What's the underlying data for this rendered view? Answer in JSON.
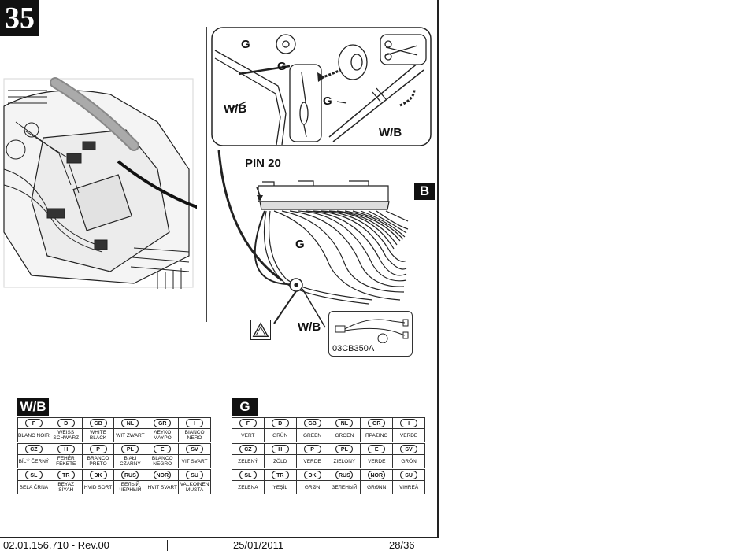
{
  "step_number": "35",
  "detail_labels": {
    "g_top": "G",
    "g_mid": "G",
    "wb_left": "W/B",
    "g_right": "G",
    "wb_right": "W/B"
  },
  "connector": {
    "pin_label": "PIN 20",
    "g_label": "G",
    "wb_label": "W/B",
    "ref_box": "B",
    "harness_code": "03CB350A"
  },
  "tables": [
    {
      "title": "W/B",
      "rows": [
        {
          "codes": [
            "F",
            "D",
            "GB",
            "NL",
            "GR",
            "I"
          ],
          "names": [
            "BLANC NOIR",
            "WEISS SCHWARZ",
            "WHITE BLACK",
            "WIT ZWART",
            "ΛΕΥΚΟ ΜΑΥΡΟ",
            "BIANCO NERO"
          ]
        },
        {
          "codes": [
            "CZ",
            "H",
            "P",
            "PL",
            "E",
            "SV"
          ],
          "names": [
            "BÍLÝ ČERNÝ",
            "FEHÉR FEKETE",
            "BRANCO PRETO",
            "BIAŁI CZARNY",
            "BLANCO NEGRO",
            "VIT SVART"
          ]
        },
        {
          "codes": [
            "SL",
            "TR",
            "DK",
            "RUS",
            "NOR",
            "SU"
          ],
          "names": [
            "BELA ČRNA",
            "BEYAZ SİYAH",
            "HVID SORT",
            "БЕЛЫЙ ЧЕРНЫЙ",
            "HVIT SVART",
            "VALKOINEN MUSTA"
          ]
        }
      ]
    },
    {
      "title": "G",
      "rows": [
        {
          "codes": [
            "F",
            "D",
            "GB",
            "NL",
            "GR",
            "I"
          ],
          "names": [
            "VERT",
            "GRÜN",
            "GREEN",
            "GROEN",
            "ΠΡΑΣΙΝΟ",
            "VERDE"
          ]
        },
        {
          "codes": [
            "CZ",
            "H",
            "P",
            "PL",
            "E",
            "SV"
          ],
          "names": [
            "ZELENÝ",
            "ZÖLD",
            "VERDE",
            "ZIELONY",
            "VERDE",
            "GRÖN"
          ]
        },
        {
          "codes": [
            "SL",
            "TR",
            "DK",
            "RUS",
            "NOR",
            "SU"
          ],
          "names": [
            "ZELENA",
            "YEŞİL",
            "GRØN",
            "ЗЕЛЕНЫЙ",
            "GRØNN",
            "VIHREÄ"
          ]
        }
      ]
    }
  ],
  "footer": {
    "doc_ref": "02.01.156.710 - Rev.00",
    "date": "25/01/2011",
    "page": "28/36"
  }
}
